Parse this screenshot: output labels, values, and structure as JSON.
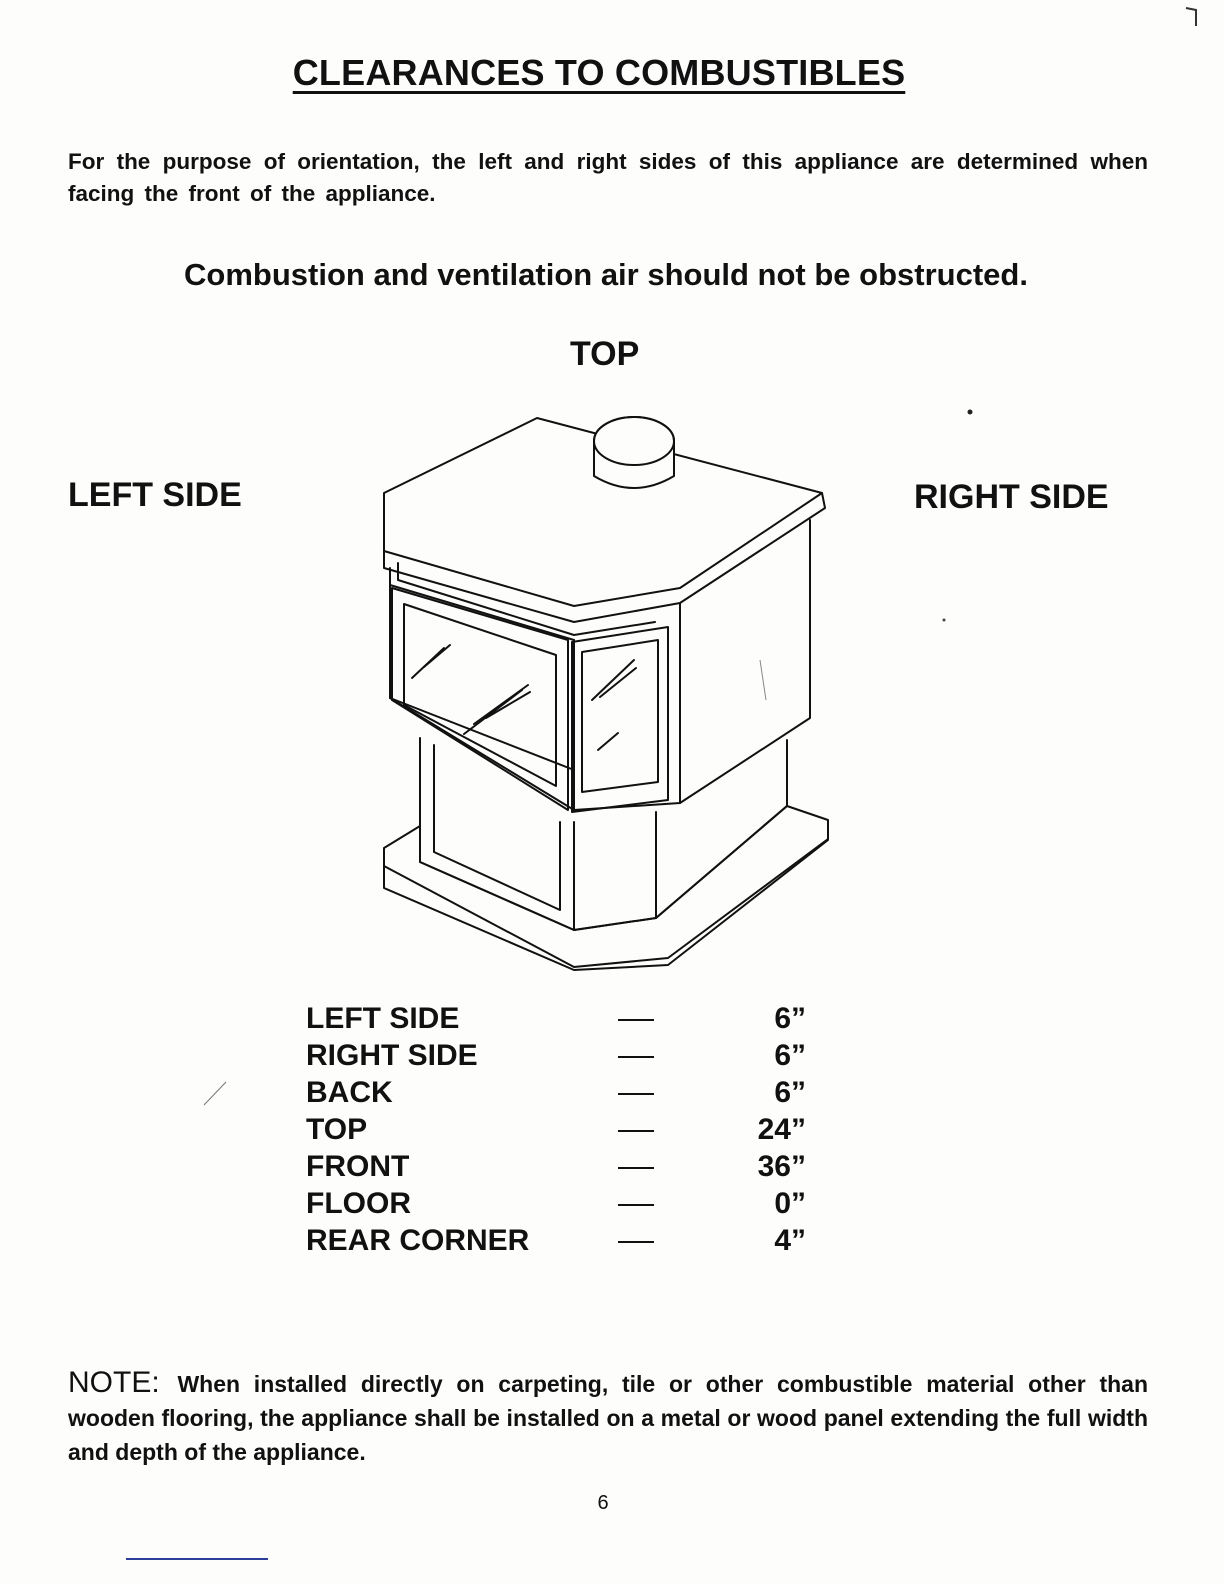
{
  "title": "CLEARANCES TO COMBUSTIBLES",
  "intro": "For the purpose of orientation, the left and right sides of this appliance are determined when facing the front of the appliance.",
  "warning": "Combustion and ventilation air should not be obstructed.",
  "diagram": {
    "top_label": "TOP",
    "left_label": "LEFT SIDE",
    "right_label": "RIGHT SIDE"
  },
  "clearances": [
    {
      "location": "LEFT SIDE",
      "value": "6”"
    },
    {
      "location": "RIGHT SIDE",
      "value": "6”"
    },
    {
      "location": "BACK",
      "value": "6”"
    },
    {
      "location": "TOP",
      "value": "24”"
    },
    {
      "location": "FRONT",
      "value": "36”"
    },
    {
      "location": "FLOOR",
      "value": "0”"
    },
    {
      "location": "REAR CORNER",
      "value": "4”"
    }
  ],
  "note": {
    "label": "NOTE:",
    "text": "When installed directly on carpeting, tile or other combustible material other than wooden flooring, the appliance shall be installed on a metal or wood panel extending the full width and depth of the appliance."
  },
  "page_number": "6"
}
